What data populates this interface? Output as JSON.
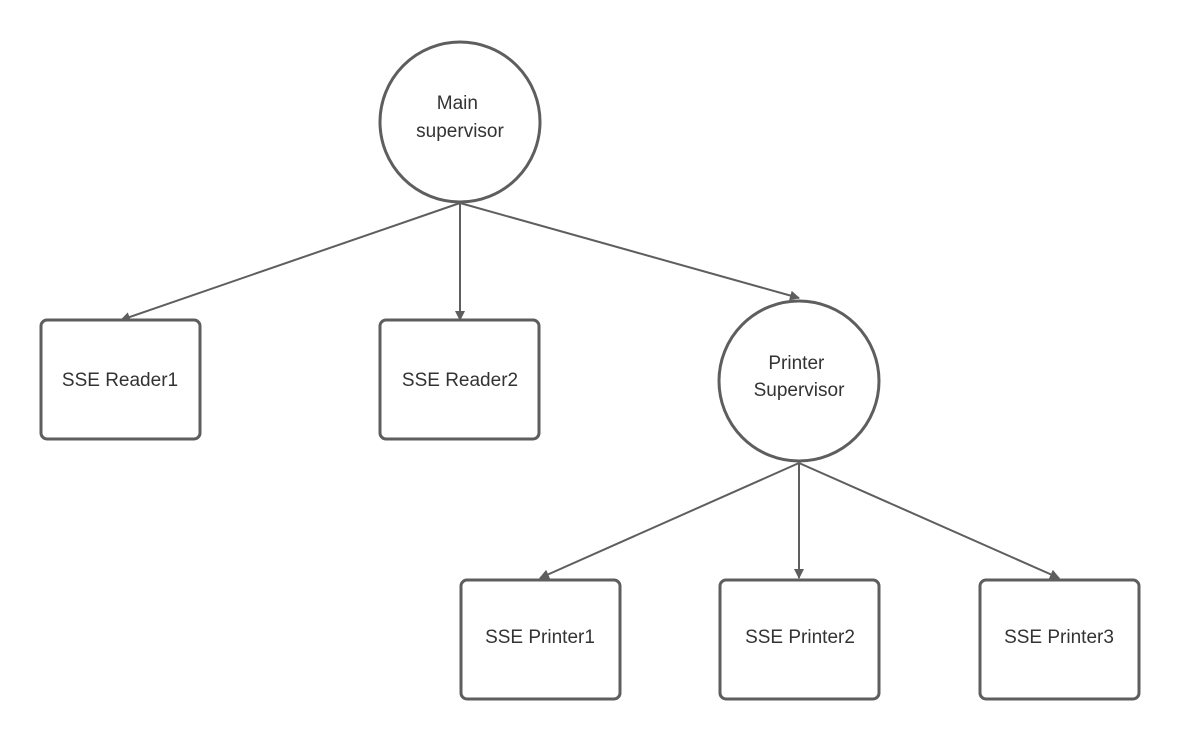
{
  "colors": {
    "background": "#ffffff",
    "stroke": "#5e5e5e",
    "text": "#333333"
  },
  "nodes": {
    "main_supervisor": {
      "shape": "circle",
      "label_line1": "Main",
      "label_line2": "supervisor"
    },
    "reader1": {
      "shape": "rounded-rect",
      "label": "SSE Reader1"
    },
    "reader2": {
      "shape": "rounded-rect",
      "label": "SSE Reader2"
    },
    "printer_supervisor": {
      "shape": "circle",
      "label_line1": "Printer",
      "label_line2": "Supervisor"
    },
    "printer1": {
      "shape": "rounded-rect",
      "label": "SSE Printer1"
    },
    "printer2": {
      "shape": "rounded-rect",
      "label": "SSE Printer2"
    },
    "printer3": {
      "shape": "rounded-rect",
      "label": "SSE Printer3"
    }
  },
  "edges": [
    {
      "from": "main_supervisor",
      "to": "reader1"
    },
    {
      "from": "main_supervisor",
      "to": "reader2"
    },
    {
      "from": "main_supervisor",
      "to": "printer_supervisor"
    },
    {
      "from": "printer_supervisor",
      "to": "printer1"
    },
    {
      "from": "printer_supervisor",
      "to": "printer2"
    },
    {
      "from": "printer_supervisor",
      "to": "printer3"
    }
  ]
}
